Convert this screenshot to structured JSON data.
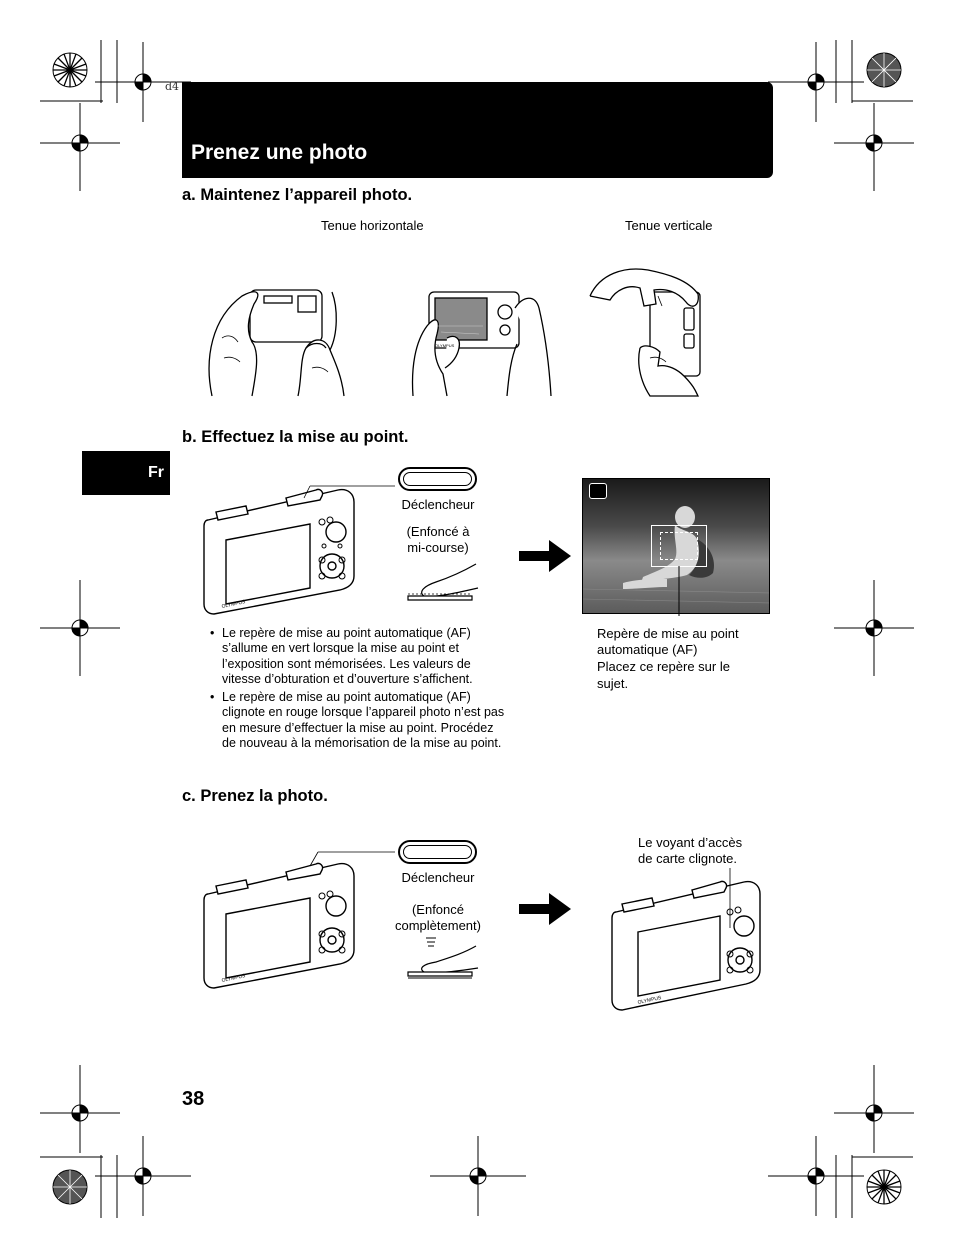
{
  "header": {
    "file_code": "d4",
    "title": "Prenez une photo"
  },
  "side_tab": {
    "label": "Fr"
  },
  "page_number": "38",
  "section_a": {
    "heading": "a.  Maintenez l’appareil photo.",
    "label_horizontal": "Tenue horizontale",
    "label_vertical": "Tenue verticale"
  },
  "section_b": {
    "heading": "b.  Effectuez la mise au point.",
    "shutter_label": "Déclencheur",
    "press_line1": "(Enfoncé à",
    "press_line2": "mi-course)",
    "bullets": [
      "Le repère de mise au point automatique (AF) s’allume en vert lorsque la mise au point et l’exposition sont mémorisées. Les valeurs de vitesse d’obturation et d’ouverture s’affichent.",
      "Le repère de mise au point automatique (AF) clignote en rouge lorsque l’appareil photo n’est pas en mesure d’effectuer la mise au point. Procédez de nouveau à la mémorisation de la mise au point."
    ],
    "af_caption_line1": "Repère de mise au point",
    "af_caption_line2": "automatique (AF)",
    "af_caption_line3": "Placez ce repère sur le",
    "af_caption_line4": "sujet."
  },
  "section_c": {
    "heading": "c.  Prenez la photo.",
    "shutter_label": "Déclencheur",
    "press_line1": "(Enfoncé",
    "press_line2": "complètement)",
    "access_line1": "Le voyant d’accès",
    "access_line2": "de carte clignote."
  },
  "camera_brand": "OLYMPUS",
  "colors": {
    "header_bg": "#000000",
    "header_text": "#ffffff",
    "photo_grass": "#5a5a5a"
  }
}
